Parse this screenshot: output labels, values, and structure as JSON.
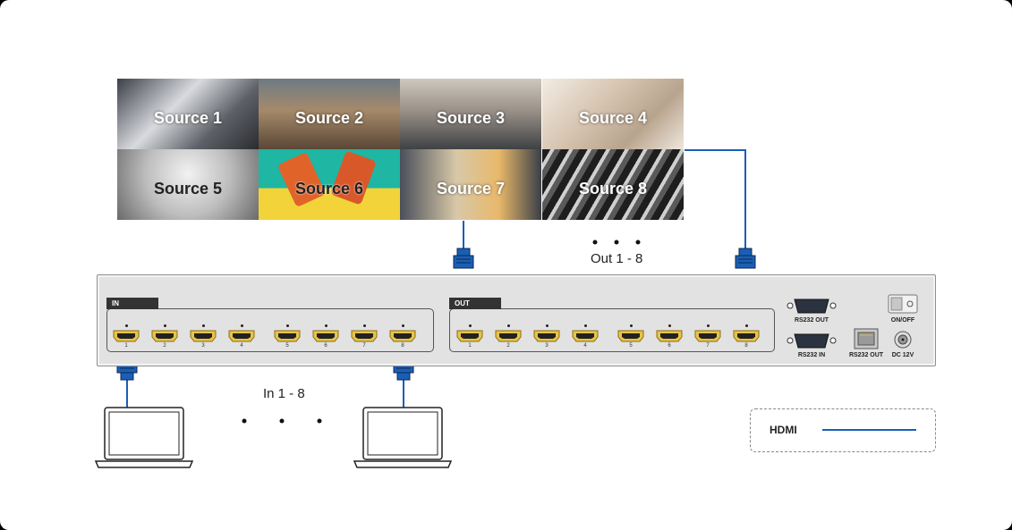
{
  "sources": [
    {
      "label": "Source 1"
    },
    {
      "label": "Source 2"
    },
    {
      "label": "Source 3"
    },
    {
      "label": "Source 4"
    },
    {
      "label": "Source 5"
    },
    {
      "label": "Source 6"
    },
    {
      "label": "Source 7"
    },
    {
      "label": "Source 8"
    }
  ],
  "panels": {
    "in_label": "IN",
    "out_label": "OUT",
    "port_numbers": [
      "1",
      "2",
      "3",
      "4",
      "5",
      "6",
      "7",
      "8"
    ]
  },
  "rear": {
    "rs232_out": "RS232 OUT",
    "rs232_in": "RS232 IN",
    "rs232_out_rj45": "RS232 OUT",
    "power_switch": "ON/OFF",
    "dc_in": "DC 12V"
  },
  "captions": {
    "out_range": "Out 1 - 8",
    "in_range": "In 1 - 8"
  },
  "legend": {
    "label": "HDMI",
    "line_color": "#1a5fb4"
  }
}
